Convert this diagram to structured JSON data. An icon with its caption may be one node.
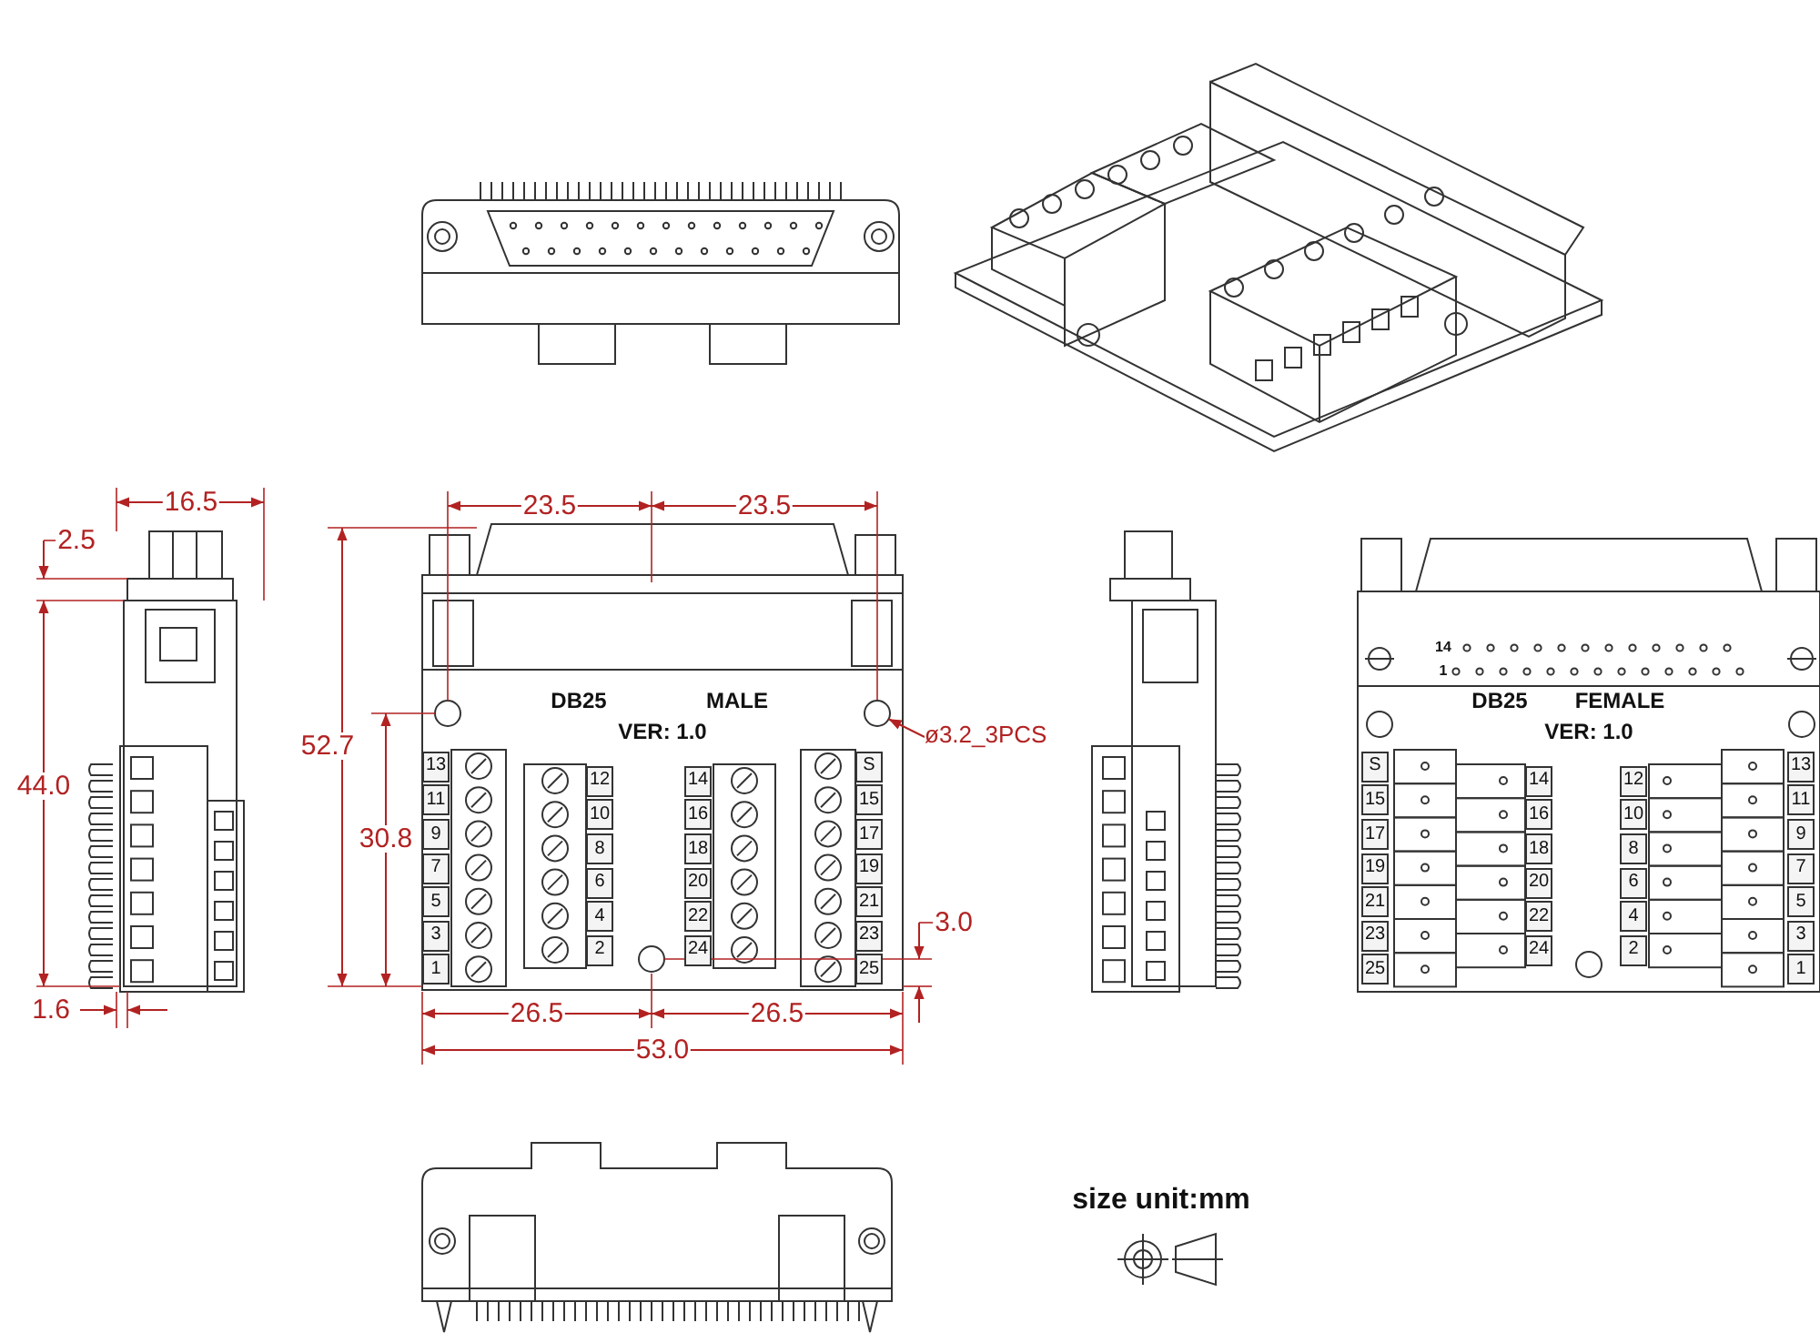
{
  "diagram": {
    "nodes": [
      {
        "text": [
          "ø3.2_3PCS"
        ]
      },
      {
        "text": [],
        "shape": "circle"
      }
    ],
    "edges": [
      {
        "from": 0,
        "to": 1,
        "arrow": "to"
      }
    ],
    "labels": [
      "16.5",
      "2.5",
      "23.5",
      "23.5",
      "52.7",
      "DB25",
      "MALE",
      "VER: 1.0",
      "44.0",
      "30.8",
      "13",
      "11",
      "9",
      "7",
      "5",
      "3",
      "1",
      "12",
      "10",
      "8",
      "6",
      "4",
      "2",
      "14",
      "16",
      "18",
      "20",
      "22",
      "24",
      "S",
      "15",
      "17",
      "19",
      "21",
      "23",
      "25",
      "3.0",
      "1.6",
      "26.5",
      "26.5",
      "53.0",
      "14",
      "1",
      "DB25",
      "FEMALE",
      "VER: 1.0",
      "S",
      "15",
      "17",
      "19",
      "21",
      "23",
      "25",
      "14",
      "16",
      "18",
      "20",
      "22",
      "24",
      "12",
      "10",
      "8",
      "6",
      "4",
      "2",
      "13",
      "11",
      "9",
      "7",
      "5",
      "3",
      "1",
      "size unit:mm"
    ]
  }
}
